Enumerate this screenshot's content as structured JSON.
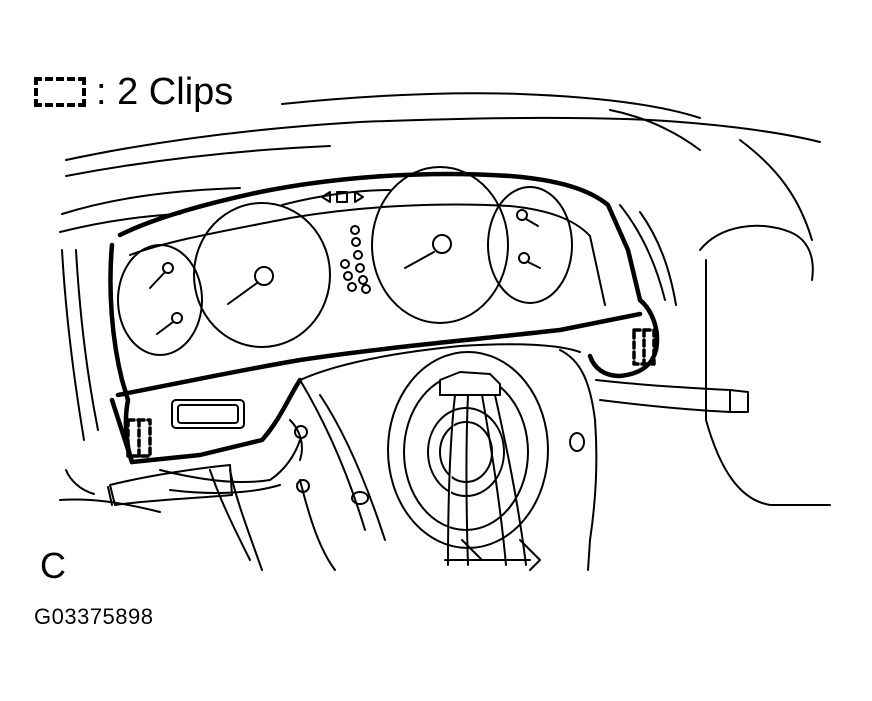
{
  "legend": {
    "symbol_icon": "dashed-clip-box-icon",
    "text": ": 2 Clips"
  },
  "view_label": "C",
  "figure_id": "G03375898"
}
